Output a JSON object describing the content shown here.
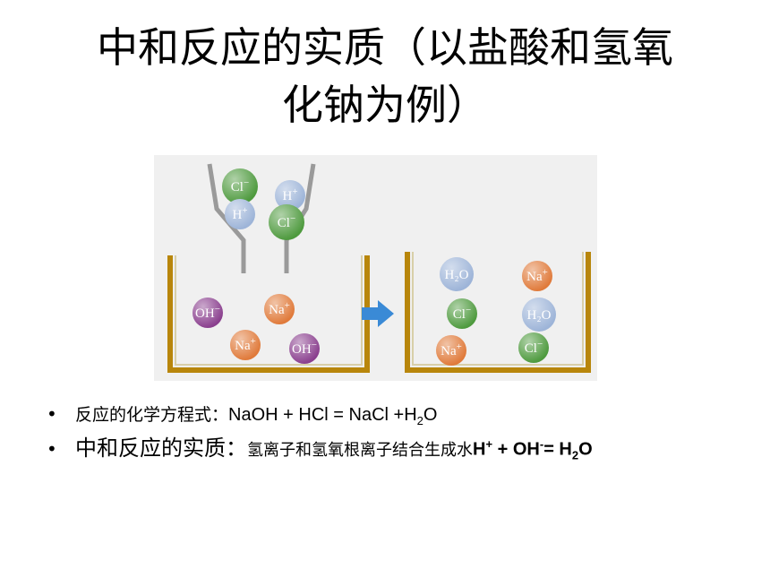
{
  "title": {
    "line1": "中和反应的实质（以盐酸和氢氧",
    "line2": "化钠为例）"
  },
  "diagram": {
    "funnel_ions": [
      {
        "label": "Cl",
        "sup": "−",
        "color": "#4e9a3e"
      },
      {
        "label": "H",
        "sup": "+",
        "color": "#9db4d8"
      },
      {
        "label": "H",
        "sup": "+",
        "color": "#9db4d8"
      },
      {
        "label": "Cl",
        "sup": "−",
        "color": "#4e9a3e"
      }
    ],
    "left_beaker_ions": [
      {
        "label": "OH",
        "sup": "−",
        "color": "#8a3f8e"
      },
      {
        "label": "Na",
        "sup": "+",
        "color": "#e07a3a"
      },
      {
        "label": "Na",
        "sup": "+",
        "color": "#e07a3a"
      },
      {
        "label": "OH",
        "sup": "−",
        "color": "#8a3f8e"
      }
    ],
    "right_beaker_ions": [
      {
        "label": "H₂O",
        "sup": "",
        "color": "#9db4d8"
      },
      {
        "label": "Na",
        "sup": "+",
        "color": "#e07a3a"
      },
      {
        "label": "Cl",
        "sup": "−",
        "color": "#4e9a3e"
      },
      {
        "label": "H₂O",
        "sup": "",
        "color": "#9db4d8"
      },
      {
        "label": "Na",
        "sup": "+",
        "color": "#e07a3a"
      },
      {
        "label": "Cl",
        "sup": "−",
        "color": "#4e9a3e"
      }
    ],
    "arrow_color": "#3a8ad6"
  },
  "bullets": {
    "b1_label": "反应的化学方程式：",
    "b1_eq_part1": "NaOH  + HCl = NaCl +H",
    "b1_eq_sub": "2",
    "b1_eq_part2": "O",
    "b2_label": "中和反应的实质：",
    "b2_text": "氢离子和氢氧根离子结合生成水",
    "b2_h": "H",
    "b2_h_sup": "+",
    "b2_plus": " + OH",
    "b2_oh_sup": "-",
    "b2_eq": "= H",
    "b2_sub": "2",
    "b2_o": "O"
  }
}
